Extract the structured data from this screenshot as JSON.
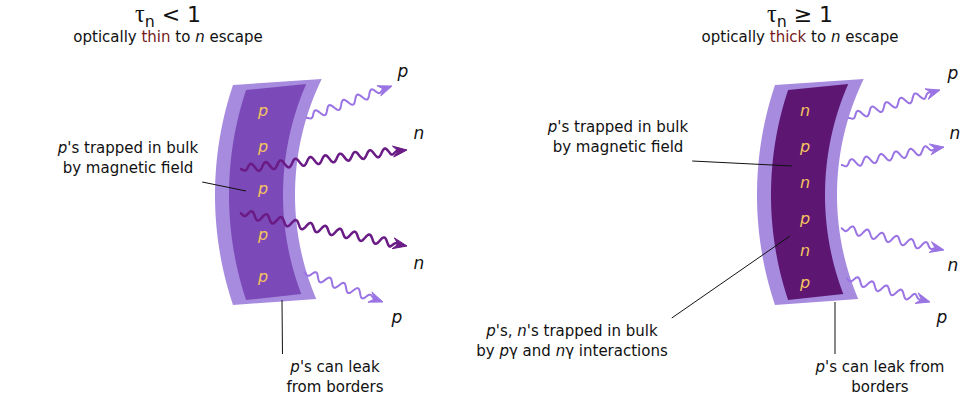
{
  "diagram": {
    "nodes": [
      {
        "text": [
          "p",
          "p",
          "p",
          "p",
          "p"
        ]
      },
      {
        "text": [
          "n",
          "p",
          "n",
          "p",
          "n",
          "p"
        ]
      }
    ],
    "labels": [
      "τn < 1",
      "optically thin to n escape",
      "p's trapped in bulk by magnetic field",
      "p",
      "n",
      "n",
      "p",
      "p's can leak from borders",
      "τn ≥ 1",
      "optically thick to n escape",
      "p's trapped in bulk by magnetic field",
      "p",
      "n",
      "n",
      "p's, n's trapped in bulk by pγ and nγ interactions",
      "p",
      "p's can leak from borders"
    ]
  }
}
